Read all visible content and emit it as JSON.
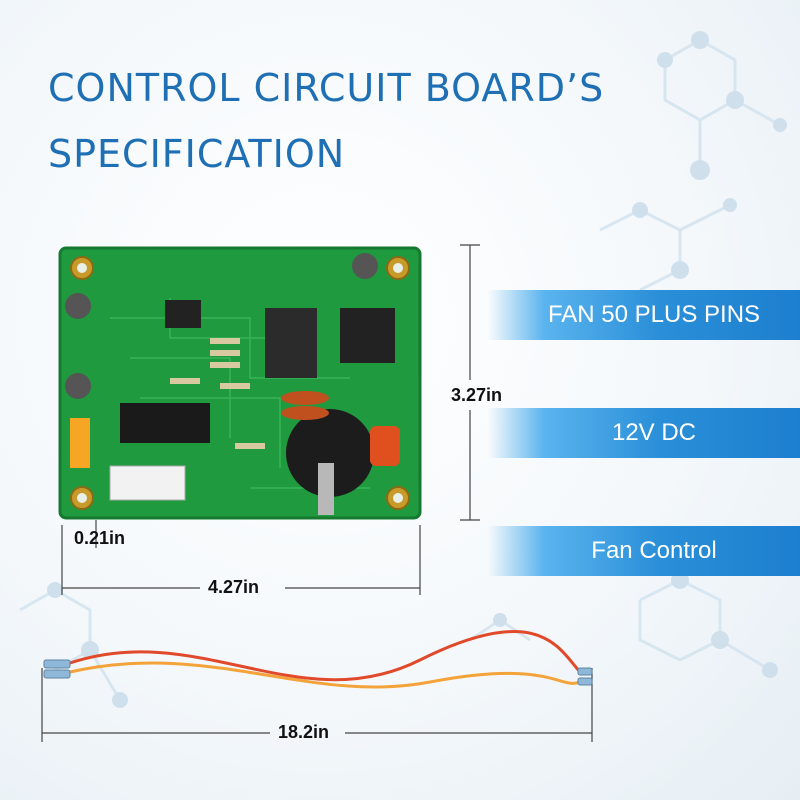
{
  "title": {
    "line1": "CONTROL CIRCUIT BOARD’S",
    "line2": "SPECIFICATION"
  },
  "specs": [
    {
      "label": "FAN 50 PLUS PINS"
    },
    {
      "label": "12V DC"
    },
    {
      "label": "Fan Control"
    }
  ],
  "dimensions": {
    "height": "3.27in",
    "edge": "0.21in",
    "width": "4.27in",
    "wire": "18.2in"
  },
  "colors": {
    "title": "#1f6fb4",
    "bar": "#2a8fd8",
    "pcb": "#1f9a3f",
    "wire_red": "#e04a2a",
    "wire_orange": "#f3a33a"
  },
  "icons": [
    "molecule-decoration",
    "circuit-board-image",
    "wire-harness-image"
  ]
}
